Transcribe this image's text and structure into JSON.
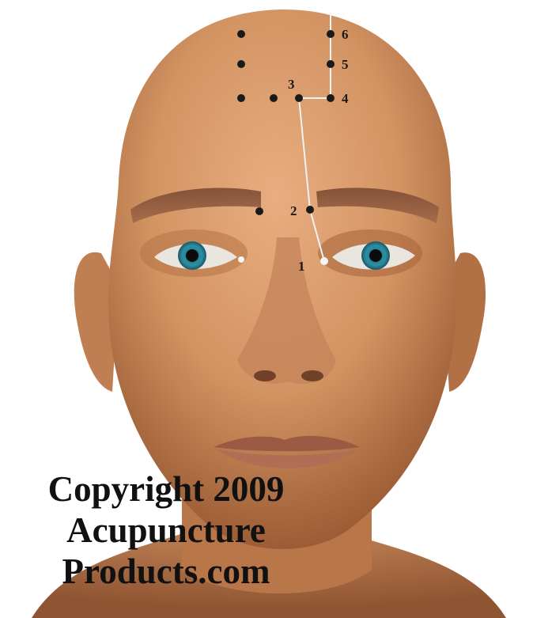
{
  "figure": {
    "point_numbers": [
      "1",
      "2",
      "3",
      "4",
      "5",
      "6"
    ],
    "colors": {
      "background": "#ffffff",
      "skin": "#d99a6c",
      "skin_shadow": "#a8663d",
      "meridian_line": "#f2f2f2",
      "point_dot": "#1a1a1a",
      "iris": "#2b8fa3"
    }
  },
  "copyright": {
    "line1": "Copyright 2009",
    "line2": "Acupuncture",
    "line3": "Products.com"
  }
}
